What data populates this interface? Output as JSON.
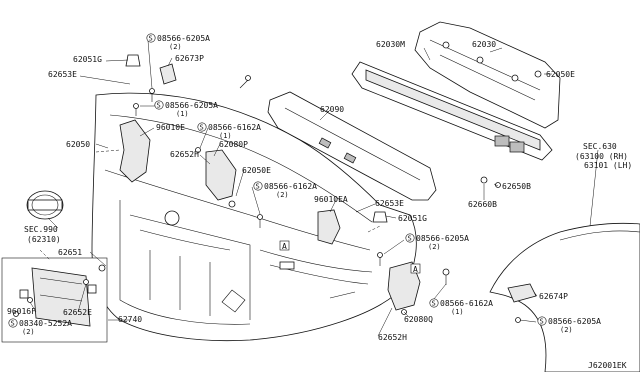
{
  "diagram_code": "J62001EK",
  "labels": {
    "p62051G_a": "62051G",
    "p62653E_a": "62653E",
    "s08566_6205A_top": "08566-6205A",
    "s08566_6205A_top_qty": "(2)",
    "p62673P": "62673P",
    "s08566_6205A_mid": "08566-6205A",
    "s08566_6205A_mid_qty": "(1)",
    "p96010E": "96010E",
    "s08566_6162A_a": "08566-6162A",
    "s08566_6162A_a_qty": "(1)",
    "p62080P": "62080P",
    "p62652H_a": "62652H",
    "p62050": "62050",
    "p62050E_a": "62050E",
    "s08566_6162A_b": "08566-6162A",
    "s08566_6162A_b_qty": "(2)",
    "p62090": "62090",
    "p62030M": "62030M",
    "p62030": "62030",
    "p62050E_b": "62050E",
    "sec630": "SEC.630",
    "sec630_a": "(63100 (RH)",
    "sec630_b": "63101 (LH)",
    "p62650B": "62650B",
    "p62660B": "62660B",
    "p96010EA": "96010EA",
    "p62653E_b": "62653E",
    "p62051G_b": "62051G",
    "sec990": "SEC.990",
    "sec990_a": "(62310)",
    "ref_A": "A",
    "p62651": "62651",
    "p62652E": "62652E",
    "p96016F": "96016F",
    "s08340_5252A": "08340-5252A",
    "s08340_5252A_qty": "(2)",
    "p62740": "62740",
    "s08566_6205A_r": "08566-6205A",
    "s08566_6205A_r_qty": "(2)",
    "s08566_6162A_r": "08566-6162A",
    "s08566_6162A_r_qty": "(1)",
    "p62080Q": "62080Q",
    "p62652H_b": "62652H",
    "p62674P": "62674P",
    "s08566_6205A_f": "08566-6205A",
    "s08566_6205A_f_qty": "(2)",
    "screw_symbol": "S"
  }
}
